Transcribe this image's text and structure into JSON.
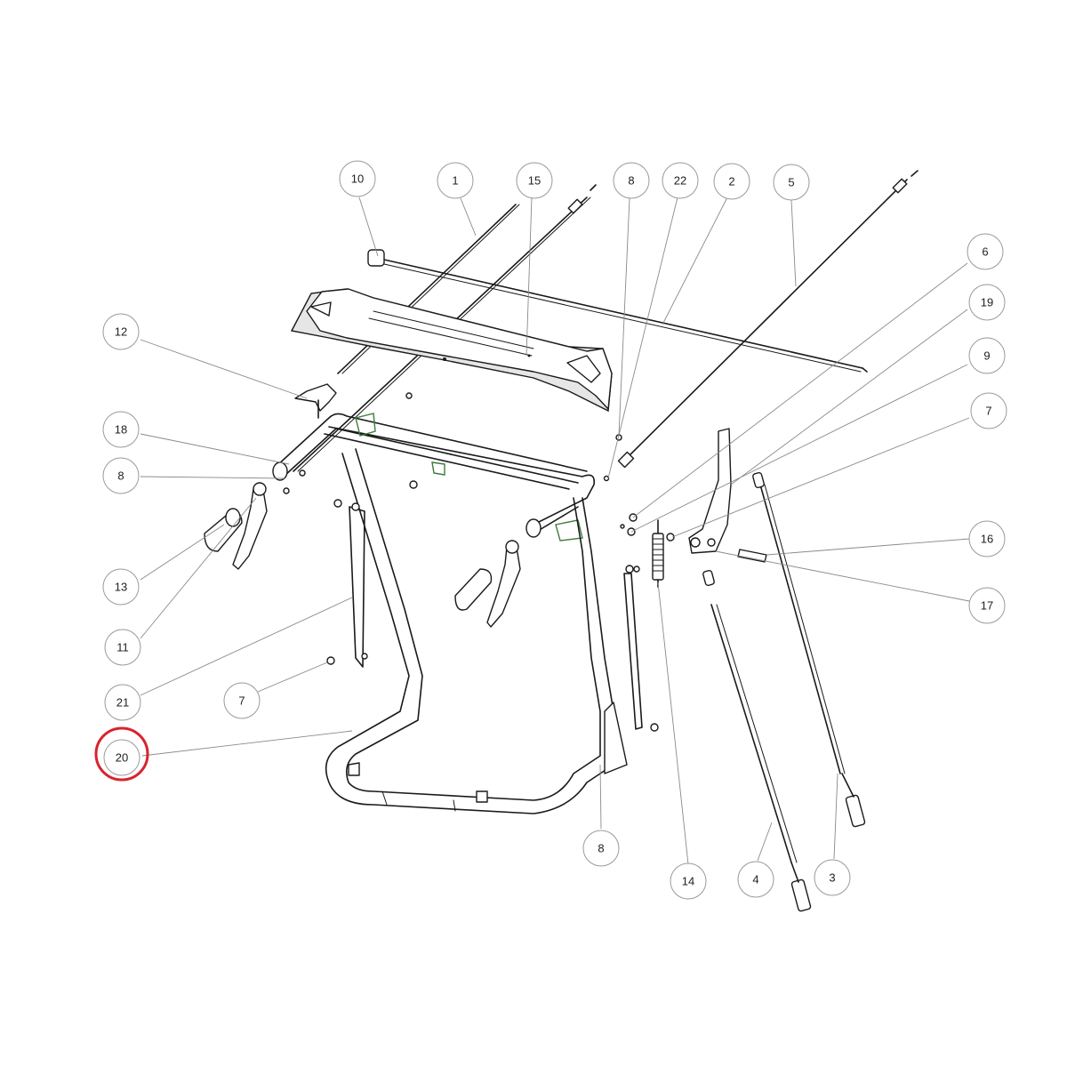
{
  "diagram": {
    "callouts": [
      {
        "id": "c10",
        "label": "10"
      },
      {
        "id": "c1",
        "label": "1"
      },
      {
        "id": "c15",
        "label": "15"
      },
      {
        "id": "c8a",
        "label": "8"
      },
      {
        "id": "c22",
        "label": "22"
      },
      {
        "id": "c2",
        "label": "2"
      },
      {
        "id": "c5",
        "label": "5"
      },
      {
        "id": "c6",
        "label": "6"
      },
      {
        "id": "c12",
        "label": "12"
      },
      {
        "id": "c19",
        "label": "19"
      },
      {
        "id": "c9",
        "label": "9"
      },
      {
        "id": "c18",
        "label": "18"
      },
      {
        "id": "c7a",
        "label": "7"
      },
      {
        "id": "c8b",
        "label": "8"
      },
      {
        "id": "c16",
        "label": "16"
      },
      {
        "id": "c13",
        "label": "13"
      },
      {
        "id": "c17",
        "label": "17"
      },
      {
        "id": "c11",
        "label": "11"
      },
      {
        "id": "c21",
        "label": "21"
      },
      {
        "id": "c7b",
        "label": "7"
      },
      {
        "id": "c20",
        "label": "20",
        "highlighted": true
      },
      {
        "id": "c8c",
        "label": "8"
      },
      {
        "id": "c14",
        "label": "14"
      },
      {
        "id": "c4",
        "label": "4"
      },
      {
        "id": "c3",
        "label": "3"
      }
    ],
    "highlight_color": "#d9232d"
  }
}
